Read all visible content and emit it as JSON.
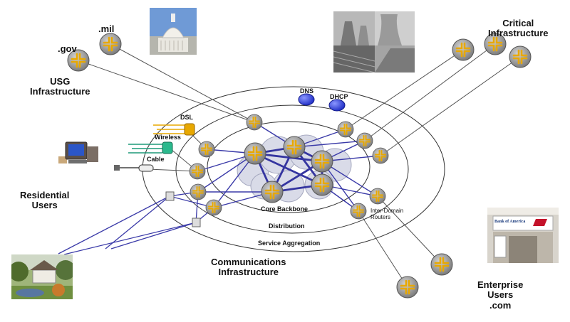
{
  "labels": {
    "mil": ".mil",
    "gov": ".gov",
    "usg": "USG\nInfrastructure",
    "critical": "Critical\nInfrastructure",
    "residential": "Residential\nUsers",
    "communications": "Communications\nInfrastructure",
    "enterprise": "Enterprise\nUsers\n.com",
    "dns": "DNS",
    "dhcp": "DHCP",
    "dsl": "DSL",
    "wireless": "Wireless",
    "cable": "Cable",
    "core": "Core Backbone",
    "distribution": "Distribution",
    "service": "Service Aggregation",
    "interdomain": "Inter-Domain\nRouters"
  },
  "logo": {
    "bank_sign": "Bank of America"
  },
  "colors": {
    "link": "#3a3aa8",
    "thin_link": "#555555",
    "router_fill": "#a9a9a9",
    "router_mark": "#e8a800",
    "server": "#3344dd",
    "ring": "#333333"
  }
}
